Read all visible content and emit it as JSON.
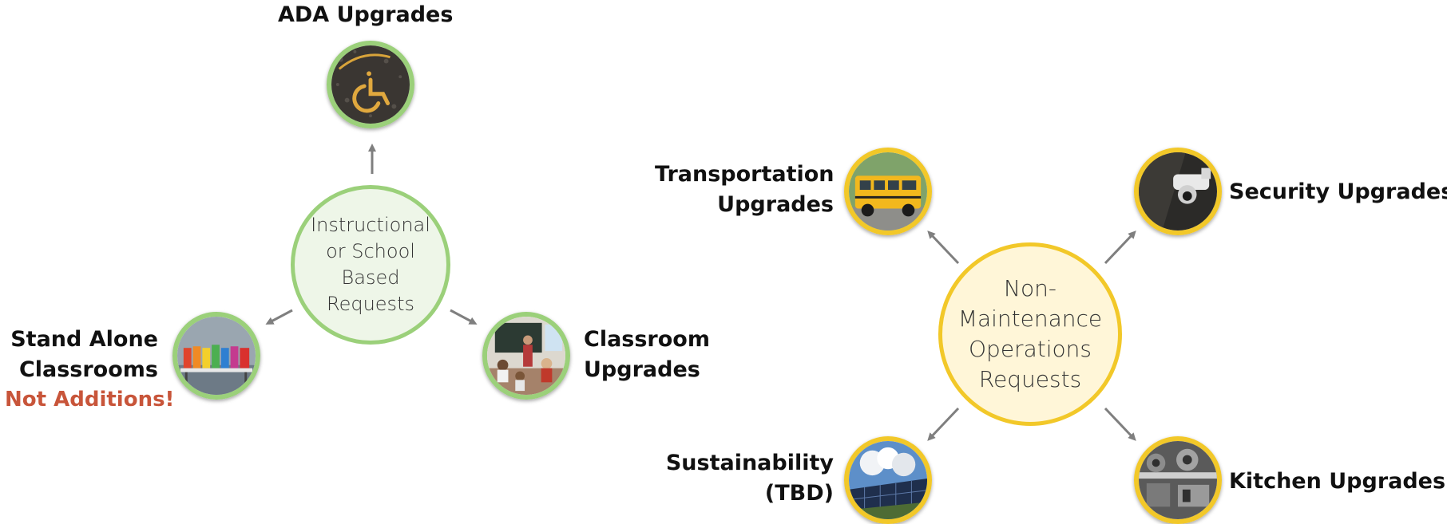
{
  "colors": {
    "left_accent": "#9bd07a",
    "right_accent": "#f2c829",
    "arrow": "#7f7f7f",
    "warning_text": "#c8553a"
  },
  "left_group": {
    "hub_lines": [
      "Instructional",
      "or School",
      "Based",
      "Requests"
    ],
    "nodes": {
      "ada": {
        "label": "ADA Upgrades",
        "icon": "wheelchair-pavement-photo"
      },
      "stand_alone": {
        "label_line1": "Stand Alone",
        "label_line2": "Classrooms",
        "note": "Not Additions!",
        "icon": "colorful-classroom-photo"
      },
      "classroom": {
        "label_line1": "Classroom",
        "label_line2": "Upgrades",
        "icon": "teacher-classroom-photo"
      }
    }
  },
  "right_group": {
    "hub_lines": [
      "Non-",
      "Maintenance",
      "Operations",
      "Requests"
    ],
    "nodes": {
      "transportation": {
        "label_line1": "Transportation",
        "label_line2": "Upgrades",
        "icon": "school-bus-photo"
      },
      "security": {
        "label": "Security Upgrades",
        "icon": "security-camera-photo"
      },
      "sustainability": {
        "label_line1": "Sustainability",
        "label_line2": "(TBD)",
        "icon": "solar-panel-photo"
      },
      "kitchen": {
        "label": "Kitchen Upgrades",
        "icon": "kitchen-equipment-photo"
      }
    }
  }
}
